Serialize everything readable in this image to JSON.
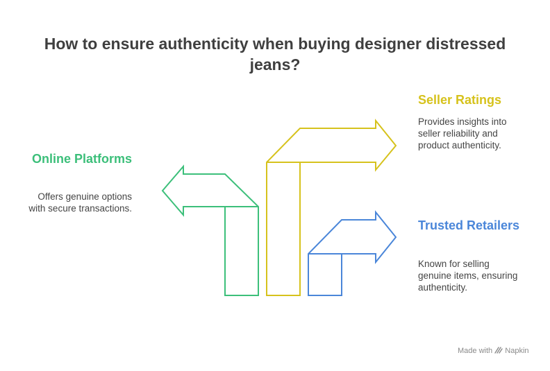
{
  "title": "How to ensure authenticity when buying designer distressed jeans?",
  "items": [
    {
      "heading": "Online Platforms",
      "description": "Offers genuine options with secure transactions.",
      "color": "#3cbf7a"
    },
    {
      "heading": "Seller Ratings",
      "description": "Provides insights into seller reliability and product authenticity.",
      "color": "#d6c21c"
    },
    {
      "heading": "Trusted Retailers",
      "description": "Known for selling genuine items, ensuring authenticity.",
      "color": "#4a86d9"
    }
  ],
  "footer": {
    "made_with": "Made with",
    "brand": "Napkin"
  },
  "icons": {
    "online_platforms": "arrow-left-icon",
    "seller_ratings": "arrow-right-icon",
    "trusted_retailers": "arrow-right-icon",
    "footer": "napkin-logo-icon"
  }
}
